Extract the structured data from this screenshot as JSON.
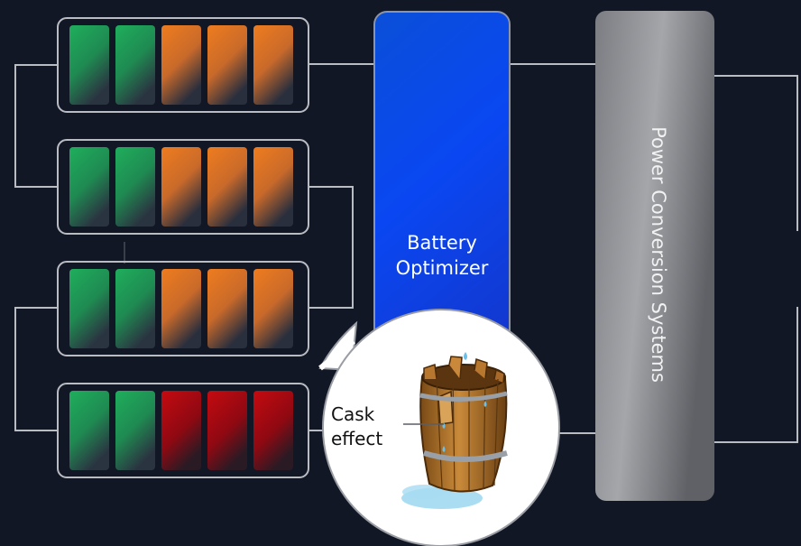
{
  "optimizer": {
    "line1": "Battery",
    "line2": "Optimizer"
  },
  "pcs": {
    "label": "Power Conversion Systems"
  },
  "callout": {
    "line1": "Cask",
    "line2": "effect"
  },
  "packs": [
    {
      "cells": [
        "green",
        "green",
        "orange",
        "orange",
        "orange"
      ]
    },
    {
      "cells": [
        "green",
        "green",
        "orange",
        "orange",
        "orange"
      ]
    },
    {
      "cells": [
        "green",
        "green",
        "orange",
        "orange",
        "orange"
      ]
    },
    {
      "cells": [
        "green",
        "green",
        "red",
        "red",
        "red"
      ]
    }
  ],
  "colors": {
    "background": "#121726",
    "green": "#1fa85a",
    "orange": "#e67a22",
    "red": "#c20b12",
    "optimizer": "#0a4cf0",
    "pcs": "#8a8c90",
    "line": "#b9bcc2"
  }
}
